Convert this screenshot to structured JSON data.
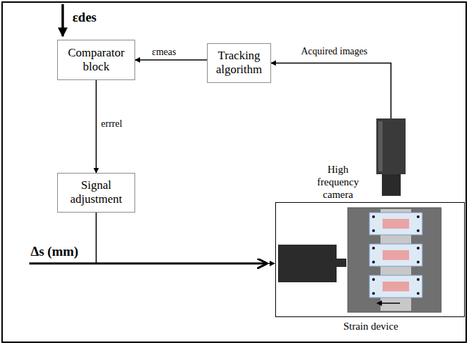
{
  "diagram": {
    "nodes": [
      {
        "text": [
          "Comparator block"
        ]
      },
      {
        "text": [
          "Tracking algorithm"
        ]
      },
      {
        "text": [
          "Signal adjustment"
        ]
      },
      {
        "text": [
          "High frequency camera"
        ]
      },
      {
        "text": [
          "Strain device"
        ]
      }
    ],
    "edges": [
      {
        "from": 1,
        "to": 0,
        "arrow": "to",
        "label": "εmeas"
      },
      {
        "from": 0,
        "to": 2,
        "arrow": "to",
        "label": "errrel"
      },
      {
        "from": 3,
        "to": 1,
        "arrow": "to",
        "label": "Acquired images"
      },
      {
        "from": 2,
        "to": 4,
        "arrow": "to"
      }
    ],
    "labels": [
      "εdes",
      "Δs (mm)"
    ]
  }
}
